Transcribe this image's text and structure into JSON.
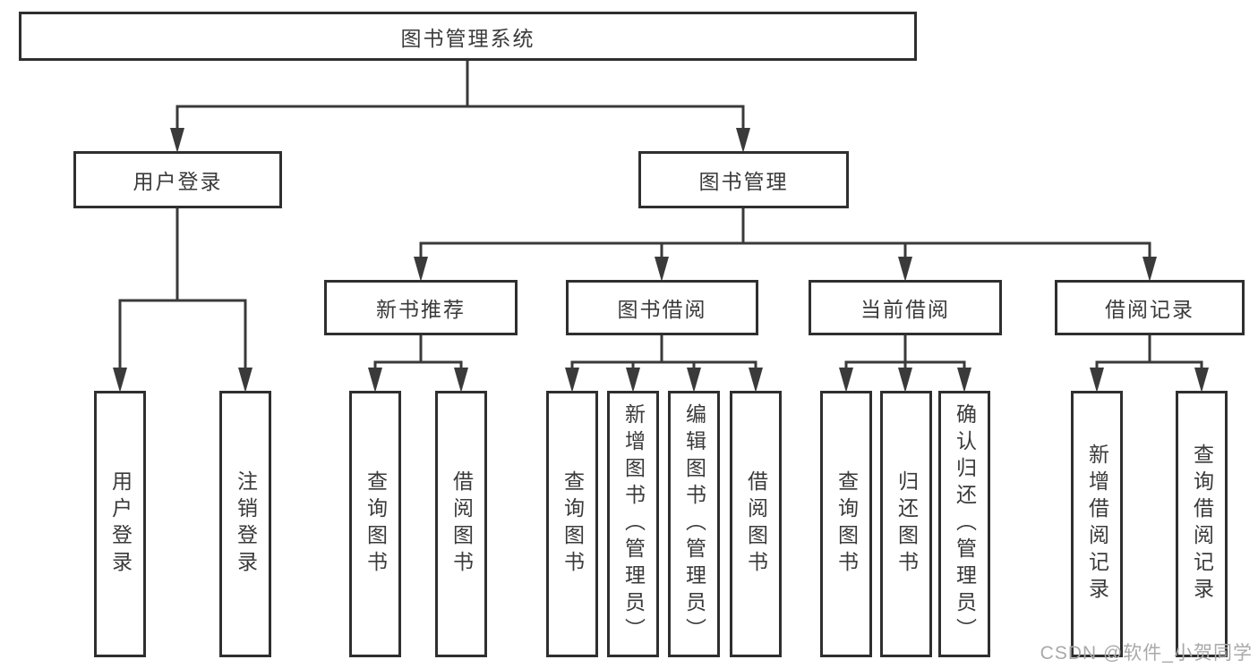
{
  "diagram": {
    "root": "图书管理系统",
    "branches": {
      "user_login": "用户登录",
      "book_mgmt": "图书管理"
    },
    "modules": {
      "new_books": "新书推荐",
      "book_borrow": "图书借阅",
      "current_borrow": "当前借阅",
      "borrow_records": "借阅记录"
    },
    "leaves": {
      "user_login": [
        "用户登录",
        "注销登录"
      ],
      "new_books": [
        "查询图书",
        "借阅图书"
      ],
      "book_borrow": [
        "查询图书",
        "新增图书（管理员）",
        "编辑图书（管理员）",
        "借阅图书"
      ],
      "current_borrow": [
        "查询图书",
        "归还图书",
        "确认归还（管理员）"
      ],
      "borrow_records": [
        "新增借阅记录",
        "查询借阅记录"
      ]
    }
  },
  "watermark": "CSDN @软件_小贺同学",
  "colors": {
    "line": "#3a3a3a",
    "box_border": "#2f2f2f",
    "text": "#3a3a3a",
    "background": "#ffffff",
    "watermark": "#a9a9a9"
  }
}
